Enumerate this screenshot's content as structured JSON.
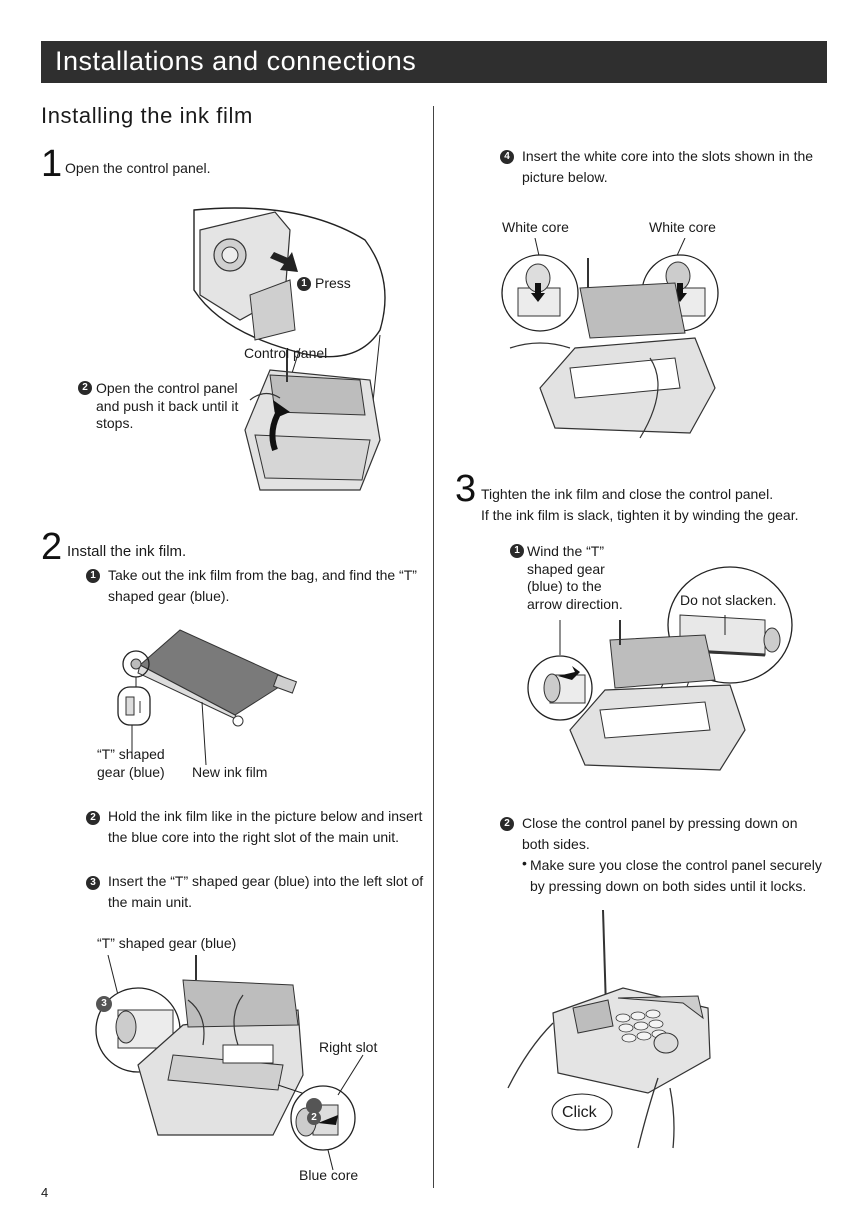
{
  "header": {
    "title": "Installations and connections"
  },
  "section": {
    "title": "Installing the ink film"
  },
  "page_number": "4",
  "step1": {
    "num": "1",
    "text": "Open the control panel.",
    "labels": {
      "press_num": "1",
      "press": "Press",
      "control_panel": "Control panel",
      "open_num": "2",
      "open_text": "Open the control panel and push it back until it stops."
    }
  },
  "step2": {
    "num": "2",
    "text": "Install the ink film.",
    "substeps": [
      {
        "num": "1",
        "text": "Take out the ink film from the bag, and find the “T” shaped gear (blue)."
      },
      {
        "num": "2",
        "text": "Hold the ink film like in the picture below and insert the blue core into the right slot of the main unit."
      },
      {
        "num": "3",
        "text": "Insert the “T” shaped gear (blue) into the left slot of the main unit."
      },
      {
        "num": "4",
        "text": "Insert the white core into the slots shown in the picture below."
      }
    ],
    "labels": {
      "t_gear": "“T” shaped gear (blue)",
      "new_ink_film": "New ink film",
      "t_gear_full": "“T” shaped gear (blue)",
      "right_slot": "Right slot",
      "blue_core": "Blue core",
      "num_three": "3",
      "num_two": "2",
      "white_core_left": "White core",
      "white_core_right": "White core"
    }
  },
  "step3": {
    "num": "3",
    "text_line1": "Tighten the ink film and close the control panel.",
    "text_line2": "If the ink film is slack, tighten it by winding the gear.",
    "labels": {
      "wind_num": "1",
      "wind": "Wind the “T” shaped gear (blue) to the arrow direction.",
      "do_not_slacken": "Do not slacken."
    },
    "substep2": {
      "num": "2",
      "text": "Close the control panel by pressing down on both sides."
    },
    "bullet": "Make sure you close the control panel securely by pressing down on both sides until it locks.",
    "click": "Click"
  }
}
